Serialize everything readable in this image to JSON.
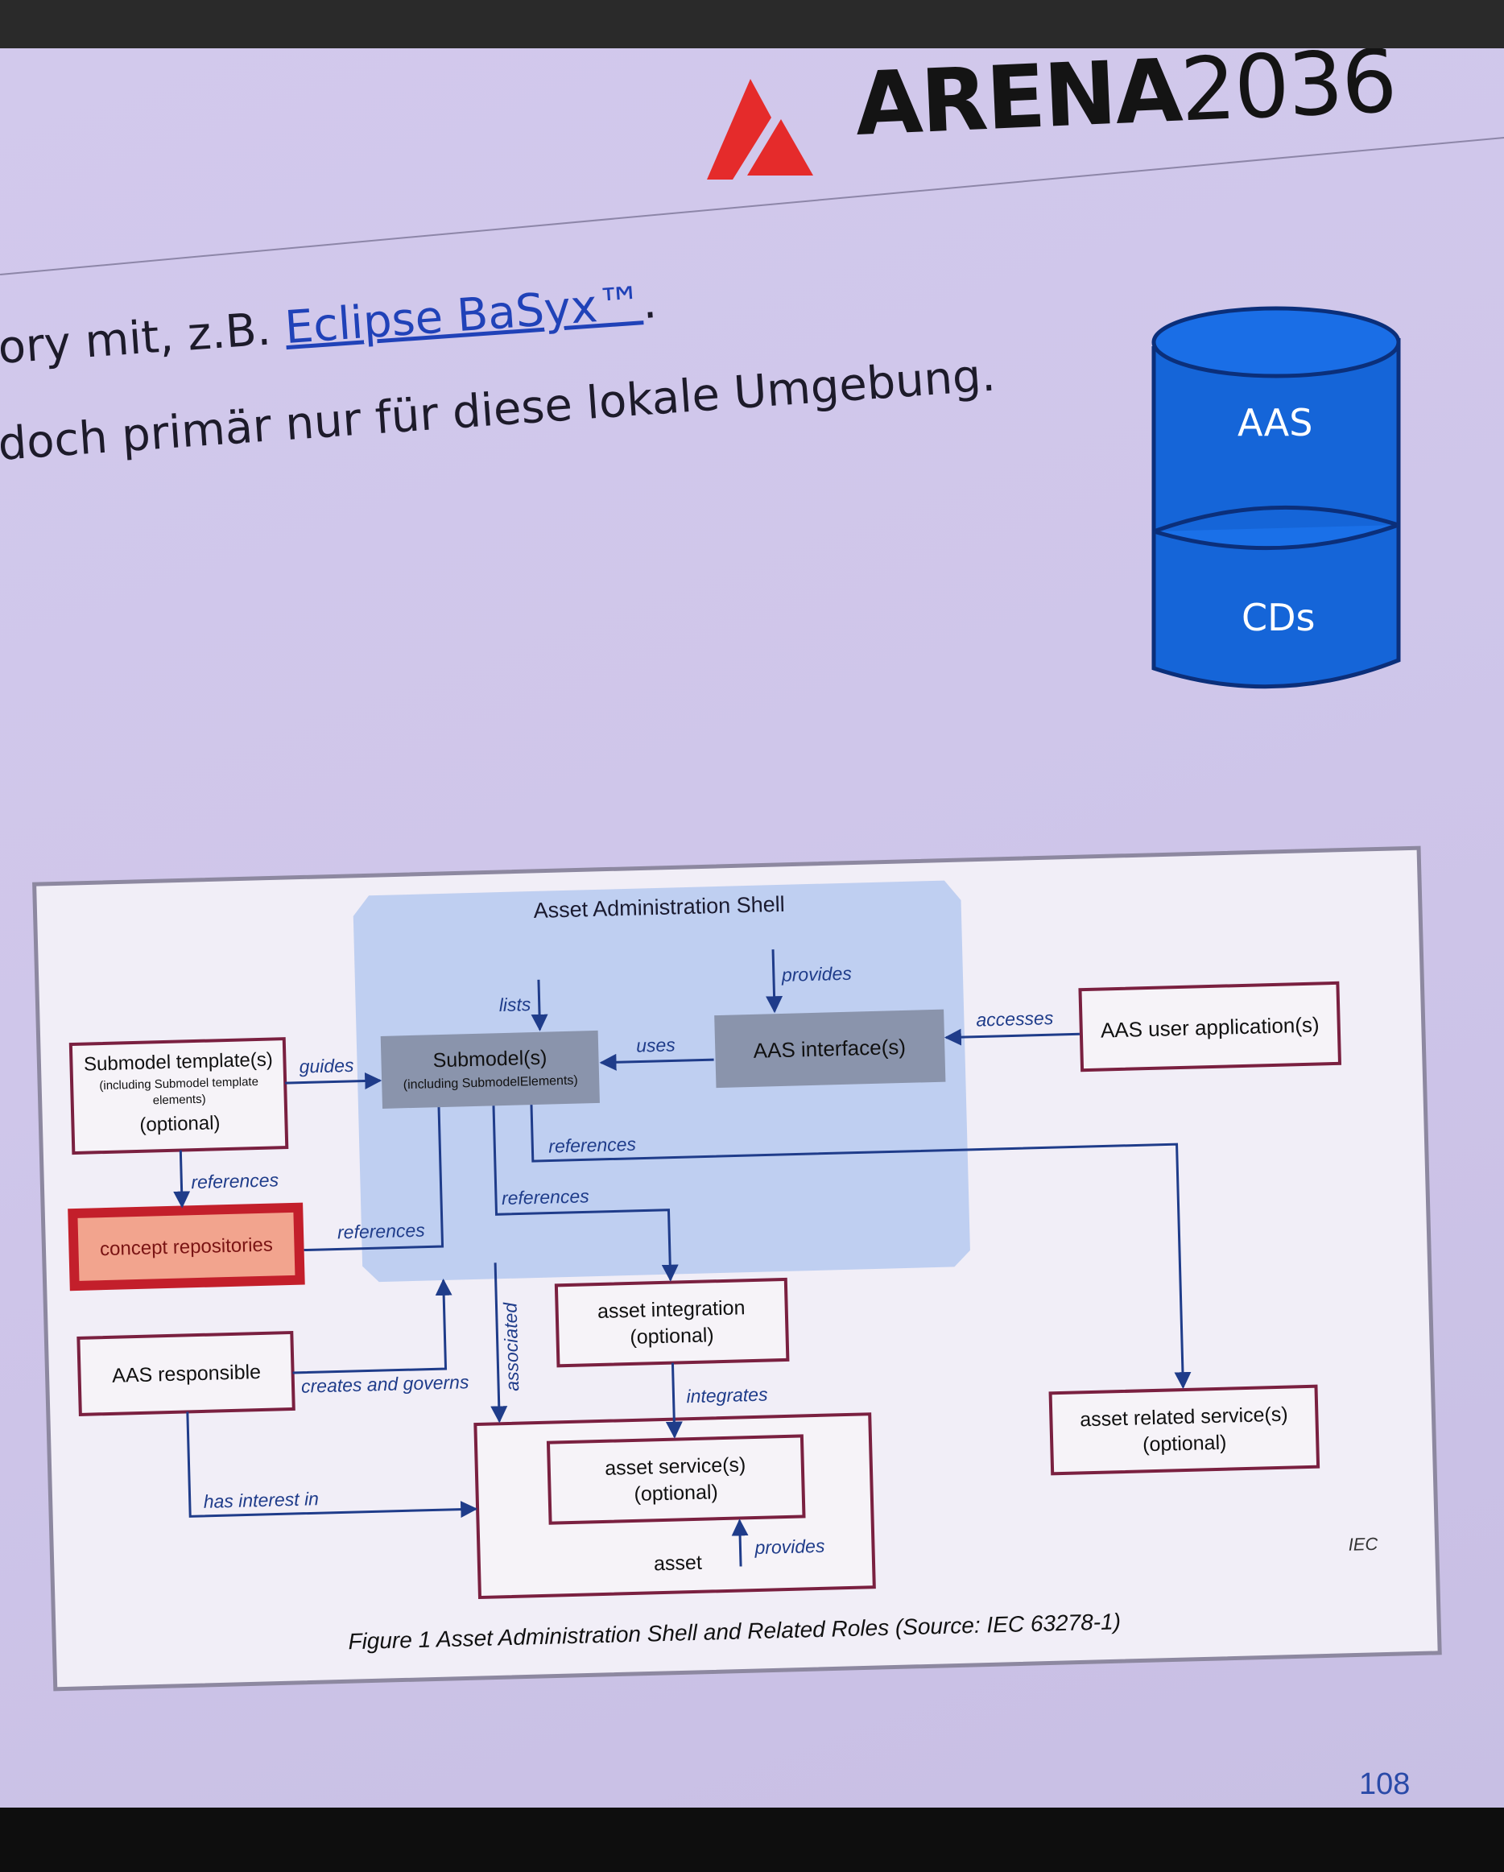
{
  "slide": {
    "logo": {
      "word": "ARENA",
      "year": "2036"
    },
    "bullets": {
      "line1_prefix": "ory mit, z.B. ",
      "line1_link": "Eclipse BaSyx™",
      "line1_suffix": ".",
      "line2": "doch primär nur für diese lokale Umgebung."
    },
    "database": {
      "top_label": "AAS",
      "bottom_label": "CDs"
    },
    "page_number": "108"
  },
  "figure": {
    "shell_title": "Asset Administration Shell",
    "nodes": {
      "submodel_template": {
        "line1": "Submodel template(s)",
        "line2": "(including Submodel template",
        "line3": "elements)",
        "line4": "(optional)"
      },
      "submodels": {
        "line1": "Submodel(s)",
        "line2": "(including SubmodelElements)"
      },
      "aas_interface": "AAS interface(s)",
      "aas_user_app": "AAS user application(s)",
      "concept_repositories": "concept repositories",
      "aas_responsible": "AAS responsible",
      "asset_integration": {
        "line1": "asset integration",
        "line2": "(optional)"
      },
      "asset_services": {
        "line1": "asset service(s)",
        "line2": "(optional)"
      },
      "asset": "asset",
      "asset_related_services": {
        "line1": "asset related service(s)",
        "line2": "(optional)"
      }
    },
    "edges": {
      "lists": "lists",
      "provides_top": "provides",
      "uses": "uses",
      "accesses": "accesses",
      "guides": "guides",
      "references_template": "references",
      "references_concept": "references",
      "references_integration": "references",
      "references_related": "references",
      "associated": "associated",
      "creates_and_governs": "creates and governs",
      "integrates": "integrates",
      "has_interest_in": "has interest in",
      "provides_asset": "provides"
    },
    "source_mark": "IEC",
    "caption": "Figure 1 Asset Administration Shell and Related Roles (Source: IEC 63278-1)"
  }
}
